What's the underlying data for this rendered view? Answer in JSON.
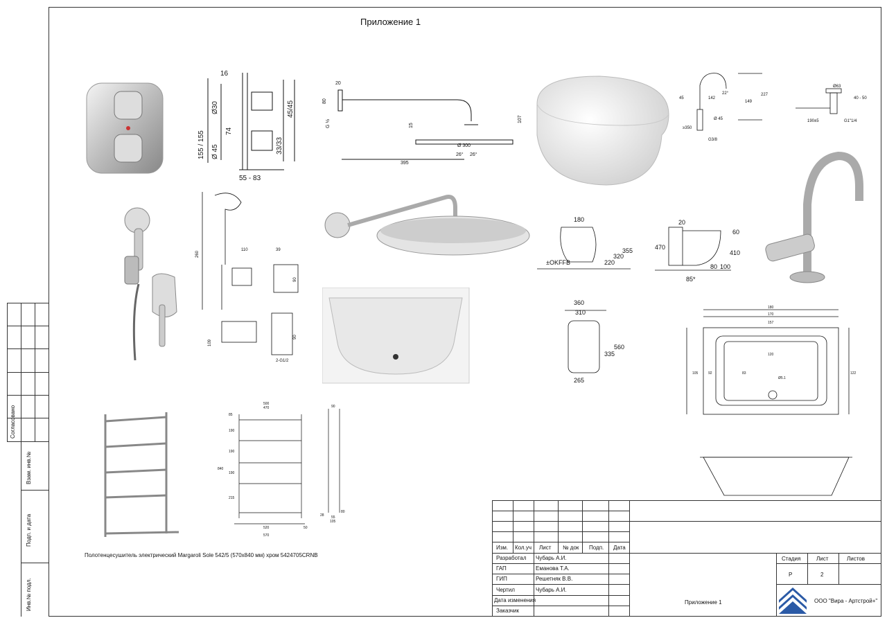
{
  "sheet_title": "Приложение 1",
  "caption": "Полотенцесушитель электрический Margaroli Sole 542/5 (570х840 мм) хром 5424705CRNB",
  "left_strip": {
    "agreed": "Согласовано",
    "inv_replace": "Взам. инв.№",
    "sign_date": "Подп. и дата",
    "inv_orig": "Инв.№ подл."
  },
  "dims": {
    "thermostat": {
      "top": "16",
      "h1": "155 / 155",
      "d30": "Ø30",
      "d45": "Ø 45",
      "v74": "74",
      "h4545": "45/45",
      "h3333": "33/33",
      "bottom": "55 - 83"
    },
    "shower_arm": {
      "a": "20",
      "b": "80",
      "c": "G ½",
      "d": "15",
      "len": "395",
      "h": "107",
      "dia": "Ø 300",
      "ang1": "26°",
      "ang2": "26°"
    },
    "mixer": {
      "a": "45",
      "b": "142",
      "c": "22°",
      "d": "149",
      "e": "227",
      "f": "Ø 45",
      "g": "G3/8",
      "h": "≥350"
    },
    "drain": {
      "a": "Ø63",
      "b": "40 - 50",
      "c": "190±5",
      "d": "G1\"1/4"
    },
    "hygienic": {
      "h": "260",
      "a": "110",
      "b": "39",
      "c": "90",
      "d": "109",
      "e": "90",
      "f": "2-G1/2"
    },
    "wc_side": {
      "w": "180",
      "a": "355",
      "b": "320",
      "c": "220",
      "floor": "±OKFFB"
    },
    "wc_front": {
      "a": "20",
      "b": "60",
      "c": "470",
      "d": "410",
      "e": "80",
      "f": "100",
      "g": "85*"
    },
    "wc_top": {
      "a": "360",
      "b": "310",
      "c": "560",
      "d": "335",
      "e": "265"
    },
    "bath": {
      "w1": "180",
      "w2": "170",
      "w3": "157",
      "w4": "120",
      "h1": "105",
      "h2": "92",
      "h3": "83",
      "h4": "122",
      "drain": "Ø5.1"
    },
    "towel": {
      "w1": "500",
      "w2": "470",
      "h": "840",
      "s1": "85",
      "s2": "190",
      "s3": "190",
      "s4": "190",
      "s5": "215",
      "b1": "520",
      "b2": "50",
      "b3": "570",
      "d1": "90",
      "d2": "80",
      "d3": "55",
      "d4": "105",
      "d5": "28"
    }
  },
  "title_block": {
    "headers": [
      "Изм.",
      "Кол.уч",
      "Лист",
      "№ док",
      "Подп.",
      "Дата"
    ],
    "rows": [
      {
        "role": "Разработал",
        "name": "Чубарь А.И."
      },
      {
        "role": "ГАП",
        "name": "Еманова Т.А."
      },
      {
        "role": "ГИП",
        "name": "Решетняк В.В."
      },
      {
        "role": "Чертил",
        "name": "Чубарь А.И."
      },
      {
        "role": "Дата изменения",
        "name": ""
      },
      {
        "role": "Заказчик",
        "name": ""
      }
    ],
    "stage_label": "Стадия",
    "sheet_label": "Лист",
    "sheets_label": "Листов",
    "stage": "Р",
    "sheet": "2",
    "sheets": "",
    "doc_title": "Приложение 1",
    "company": "ООО \"Вира - Артстрой+\""
  }
}
